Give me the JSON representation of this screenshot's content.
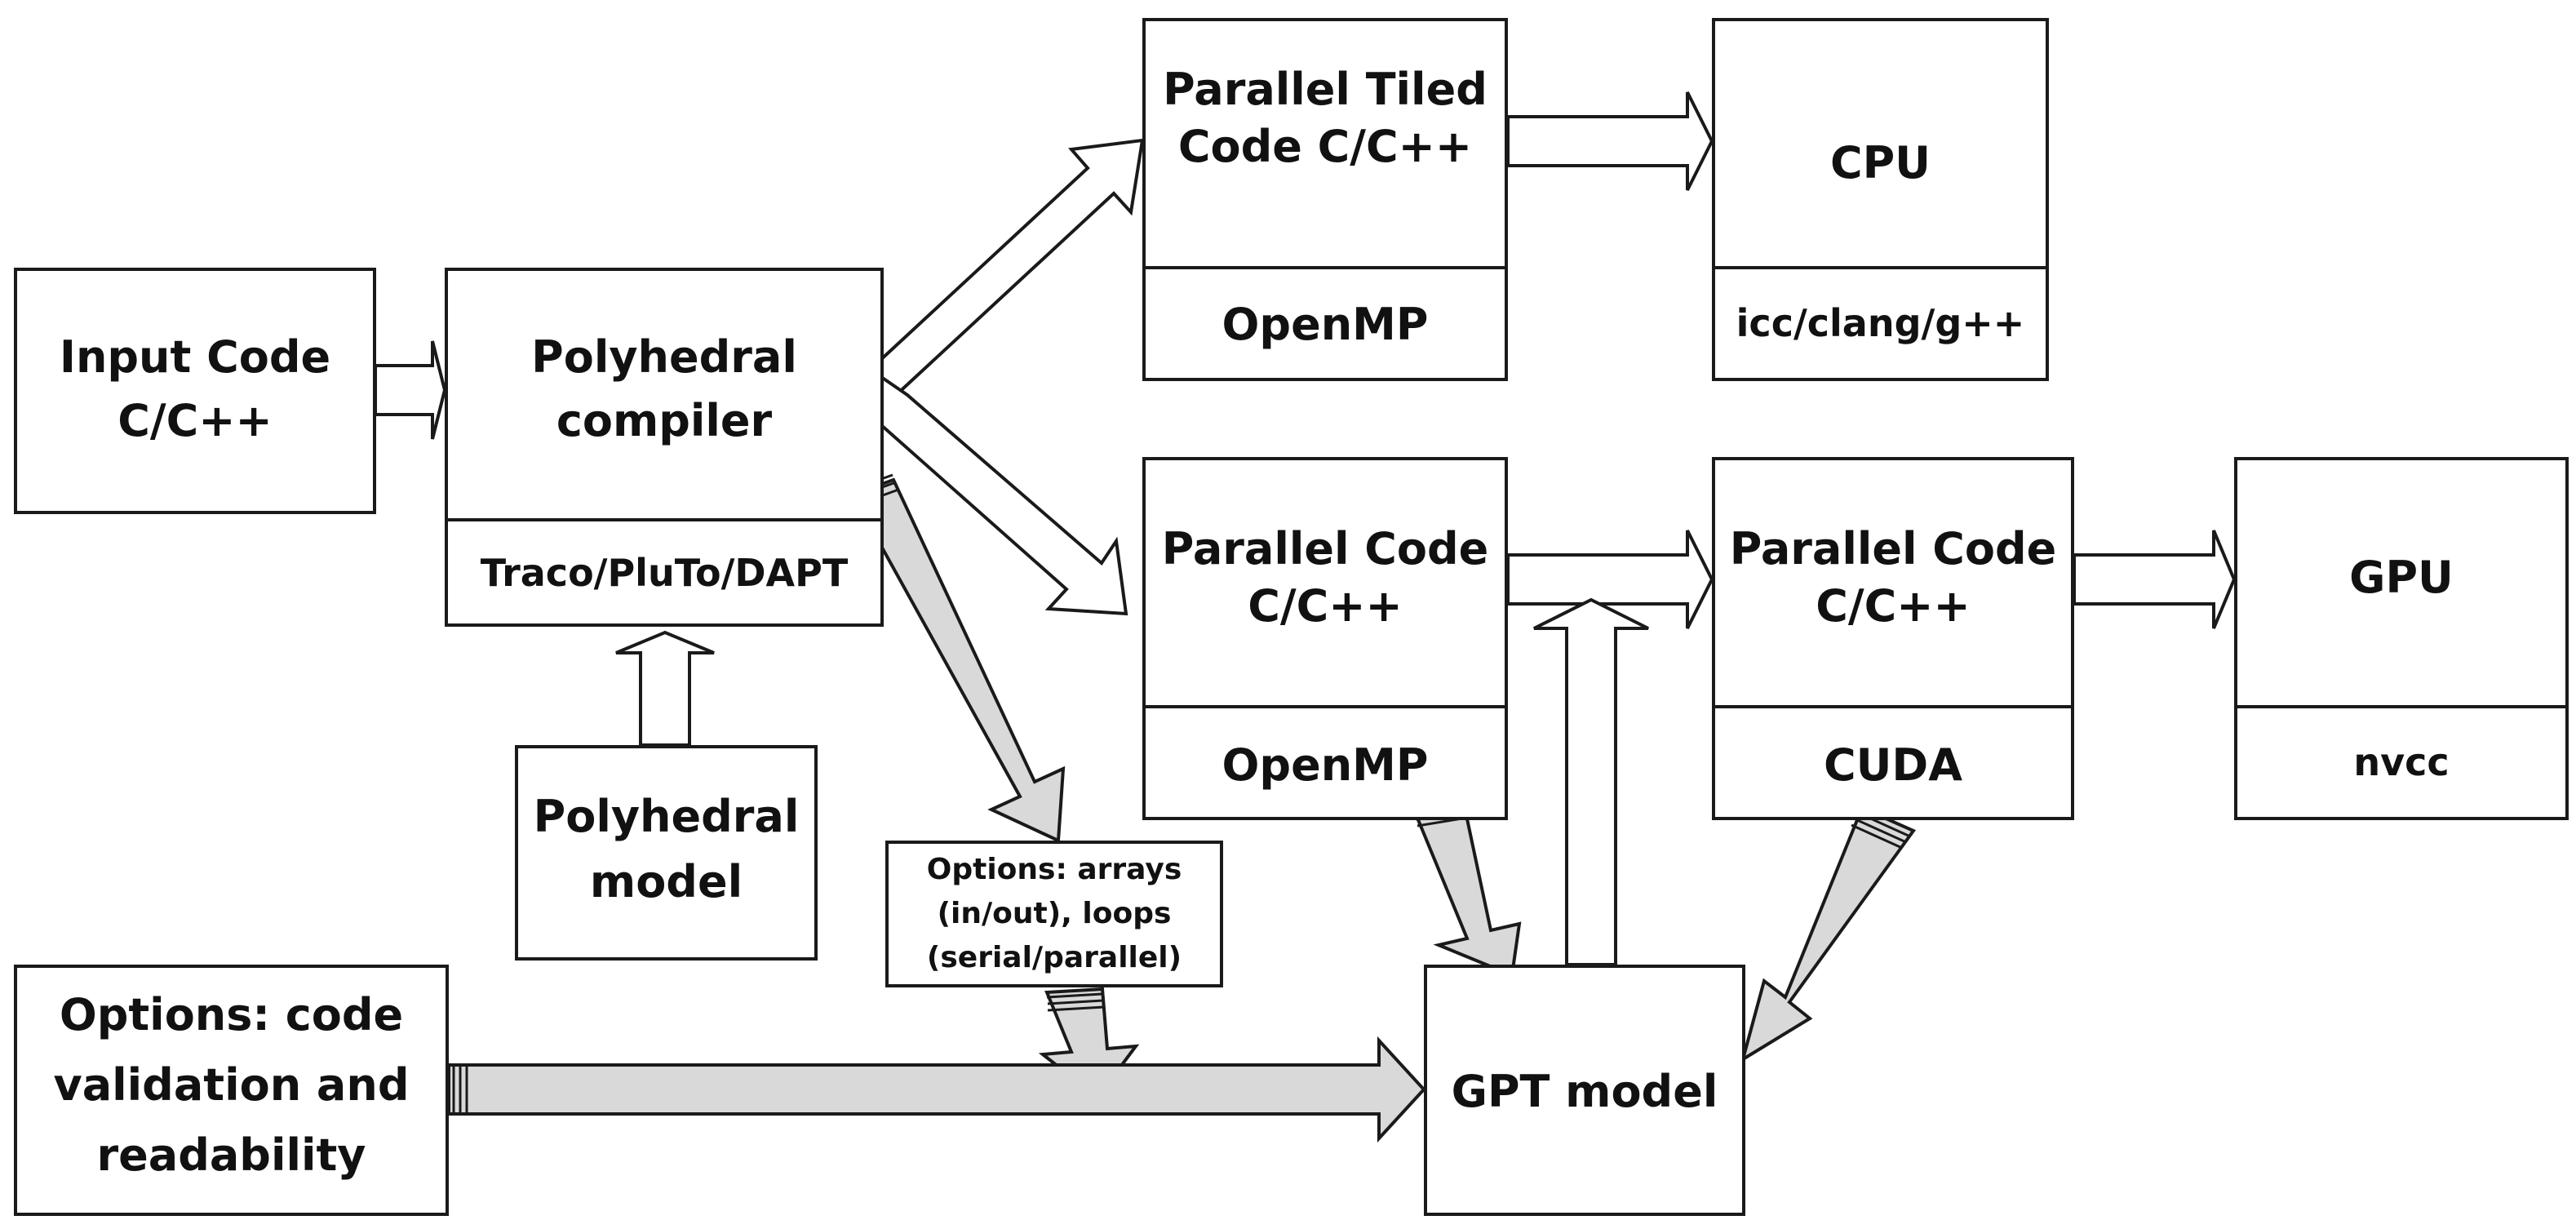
{
  "boxes": {
    "input_code": {
      "lines": [
        "Input Code",
        "C/C++"
      ]
    },
    "polyhedral_compiler": {
      "lines": [
        "Polyhedral",
        "compiler"
      ],
      "footer": "Traco/PluTo/DAPT"
    },
    "polyhedral_model": {
      "lines": [
        "Polyhedral",
        "model"
      ]
    },
    "parallel_tiled": {
      "lines": [
        "Parallel Tiled",
        "Code C/C++"
      ],
      "footer": "OpenMP"
    },
    "cpu": {
      "lines": [
        "CPU"
      ],
      "footer": "icc/clang/g++"
    },
    "parallel_openmp": {
      "lines": [
        "Parallel  Code",
        "C/C++"
      ],
      "footer": "OpenMP"
    },
    "parallel_cuda": {
      "lines": [
        "Parallel  Code",
        "C/C++"
      ],
      "footer": "CUDA"
    },
    "gpu": {
      "lines": [
        "GPU"
      ],
      "footer": "nvcc"
    },
    "options_code": {
      "lines": [
        "Options: code",
        "validation and",
        "readability"
      ]
    },
    "options_arrays": {
      "lines": [
        "Options: arrays",
        "(in/out), loops",
        "(serial/parallel)"
      ]
    },
    "gpt_model": {
      "lines": [
        "GPT model"
      ]
    }
  },
  "colors": {
    "outline": "#1a1a1a",
    "hollow_arrow_fill": "#ffffff",
    "gray_arrow_fill": "#d9d9d9"
  }
}
